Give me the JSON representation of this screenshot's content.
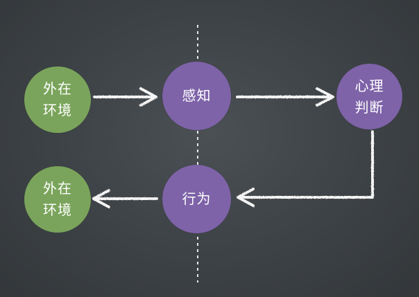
{
  "diagram": {
    "nodes": [
      {
        "id": "env_top",
        "label": "外在\n环境",
        "kind": "environment"
      },
      {
        "id": "perception",
        "label": "感知",
        "kind": "process"
      },
      {
        "id": "judgment",
        "label": "心理\n判断",
        "kind": "process"
      },
      {
        "id": "action",
        "label": "行为",
        "kind": "process"
      },
      {
        "id": "env_bottom",
        "label": "外在\n环境",
        "kind": "environment"
      }
    ],
    "edges": [
      {
        "from": "env_top",
        "to": "perception"
      },
      {
        "from": "perception",
        "to": "judgment"
      },
      {
        "from": "judgment",
        "to": "action"
      },
      {
        "from": "action",
        "to": "env_bottom"
      }
    ],
    "colors": {
      "background": "#3f4448",
      "environment": "#7aa45b",
      "process": "#7e63a8",
      "chalk": "#f4f4f4"
    }
  }
}
